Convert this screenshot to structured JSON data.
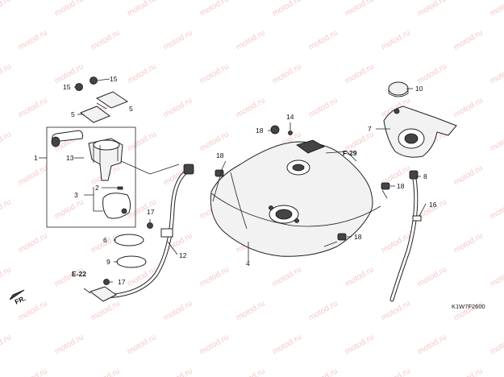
{
  "watermark": "motod.ru",
  "diagram_code": "K1W7F2600",
  "direction_label": "FR.",
  "references": {
    "e22": "E-22",
    "f29": "F-29"
  },
  "callouts": {
    "c1": "1",
    "c2": "2",
    "c3": "3",
    "c4": "4",
    "c5a": "5",
    "c5b": "5",
    "c6": "6",
    "c7": "7",
    "c8": "8",
    "c9": "9",
    "c10": "10",
    "c12": "12",
    "c13": "13",
    "c14": "14",
    "c15a": "15",
    "c15b": "15",
    "c16": "16",
    "c17a": "17",
    "c17b": "17",
    "c18a": "18",
    "c18b": "18",
    "c18c": "18",
    "c18d": "18"
  }
}
